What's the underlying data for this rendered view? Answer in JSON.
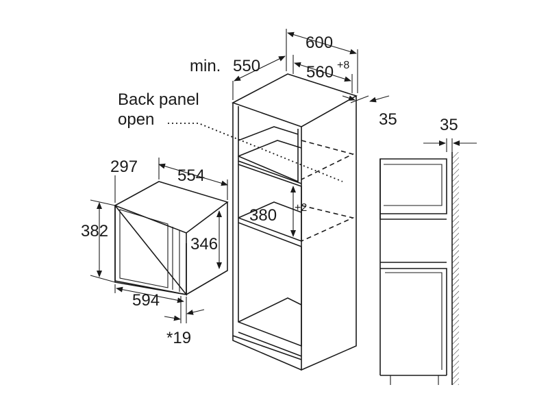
{
  "labels": {
    "back_panel_line1": "Back panel",
    "back_panel_line2": "open",
    "min_prefix": "min.",
    "cabinet_depth": "550",
    "cabinet_width": "600",
    "niche_width": "560",
    "niche_width_tol": "+8",
    "cabinet_side_gap": "35",
    "niche_height": "380",
    "niche_height_tol": "+2",
    "appliance_depth": "297",
    "appliance_depth_inner": "554",
    "appliance_height": "382",
    "appliance_door_height": "346",
    "appliance_width": "594",
    "appliance_offset": "*19",
    "side_view_gap": "35"
  },
  "colors": {
    "line": "#1a1a1a",
    "background": "#ffffff"
  }
}
